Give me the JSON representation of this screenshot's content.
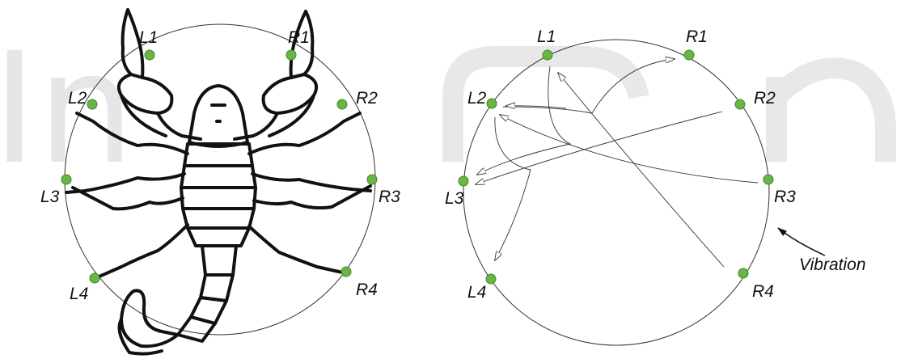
{
  "colors": {
    "node_fill": "#6bb545",
    "node_stroke": "#3f8a2a",
    "line": "#333333",
    "scorpion": "#111111"
  },
  "left_diagram": {
    "sensors": [
      {
        "id": "L1",
        "label": "L1"
      },
      {
        "id": "R1",
        "label": "R1"
      },
      {
        "id": "L2",
        "label": "L2"
      },
      {
        "id": "R2",
        "label": "R2"
      },
      {
        "id": "L3",
        "label": "L3"
      },
      {
        "id": "R3",
        "label": "R3"
      },
      {
        "id": "L4",
        "label": "L4"
      },
      {
        "id": "R4",
        "label": "R4"
      }
    ],
    "background_figure": "scorpion-outline"
  },
  "right_diagram": {
    "sensors": [
      {
        "id": "L1",
        "label": "L1"
      },
      {
        "id": "R1",
        "label": "R1"
      },
      {
        "id": "L2",
        "label": "L2"
      },
      {
        "id": "R2",
        "label": "R2"
      },
      {
        "id": "L3",
        "label": "L3"
      },
      {
        "id": "R3",
        "label": "R3"
      },
      {
        "id": "L4",
        "label": "L4"
      },
      {
        "id": "R4",
        "label": "R4"
      }
    ],
    "arrows": [
      {
        "from": "L2",
        "to": "R1"
      },
      {
        "from": "R2",
        "to": "L3"
      },
      {
        "from": "R3",
        "to": "L2"
      },
      {
        "from": "R4",
        "to": "L1"
      },
      {
        "from": "L2",
        "to": "L4"
      },
      {
        "from": "L1",
        "to": "L3"
      }
    ],
    "stimulus": {
      "label": "Vibration",
      "origin": "R3"
    }
  },
  "watermark_text": "In"
}
